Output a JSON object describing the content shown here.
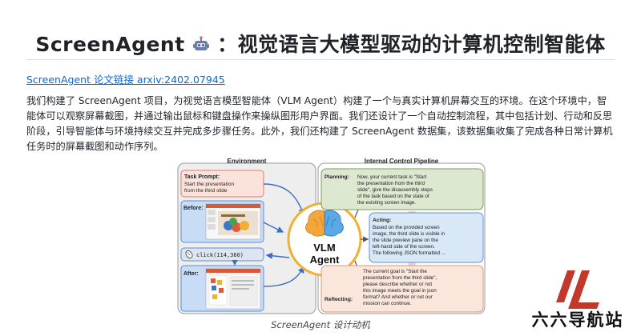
{
  "header": {
    "title": "ScreenAgent 🤖：视觉语言大模型驱动的计算机控制智能体",
    "title_text": "ScreenAgent",
    "title_suffix": "：视觉语言大模型驱动的计算机控制智能体"
  },
  "link": {
    "text": "ScreenAgent 论文链接 arxiv:2402.07945"
  },
  "description": {
    "text": "我们构建了 ScreenAgent 项目，为视觉语言模型智能体（VLM Agent）构建了一个与真实计算机屏幕交互的环境。在这个环境中，智能体可以观察屏幕截图，并通过输出鼠标和键盘操作来操纵图形用户界面。我们还设计了一个自动控制流程，其中包括计划、行动和反思阶段，引导智能体与环境持续交互并完成多步骤任务。此外，我们还构建了 ScreenAgent 数据集，该数据集收集了完成各种日常计算机任务时的屏幕截图和动作序列。"
  },
  "figure": {
    "environment_title": "Environment",
    "pipeline_title": "Internal Control Pipeline",
    "task_prompt_label": "Task Prompt:",
    "task_prompt_line1": "Start the presentation",
    "task_prompt_line2": "from the third slide",
    "before_label": "Before:",
    "action_code": "click(114,360)",
    "after_label": "After:",
    "center_line1": "VLM",
    "center_line2": "Agent",
    "planning_label": "Planning:",
    "planning_lines": [
      "Now, your current task is \"Start",
      "the presentation from the third",
      "slide\", give the disassembly steps",
      "of the task based on the state of",
      "the existing screen image."
    ],
    "acting_label": "Acting:",
    "acting_lines": [
      "Based on the provided screen",
      "image, the third slide is visible in",
      "the slide preview pane on the",
      "left-hand side of the screen.",
      "The following JSON formatted ..."
    ],
    "reflecting_label": "Reflecting:",
    "reflecting_lines": [
      "The current goal is \"Start the",
      "presentation from the third slide\",",
      "please describe whether or not",
      "this image meets the goal in json",
      "format? And whether or not our",
      "mission can continue."
    ]
  },
  "caption": {
    "text": "ScreenAgent 设计动机"
  },
  "watermark": {
    "text": "六六导航站"
  },
  "colors": {
    "task_bg": "#fbe3dc",
    "task_border": "#e07a5f",
    "env_blue": "#c9dcf5",
    "env_blue_border": "#5b8fd6",
    "planning_bg": "#dce8d0",
    "planning_border": "#7a9a5a",
    "acting_bg": "#d8e8f6",
    "acting_border": "#5b8fd6",
    "reflect_bg": "#fbe6dc",
    "reflect_border": "#d49a7f",
    "watermark_red": "#c0392b"
  }
}
